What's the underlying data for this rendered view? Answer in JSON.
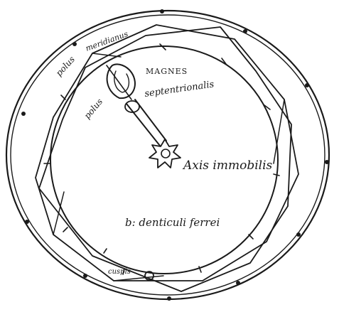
{
  "diagram": {
    "labels": {
      "pole_top": "polus",
      "meridian": "meridianus",
      "magnet": "MAGNES",
      "magnet_sub": "septentrionalis",
      "pole_left": "polus",
      "axis": "Axis immobilis",
      "bracket_note": "b: denticuli ferrei",
      "bottom": "cuspis"
    },
    "tooth_count": 8,
    "ink_color": "#1a1a1a",
    "paper_color": "#ffffff"
  }
}
